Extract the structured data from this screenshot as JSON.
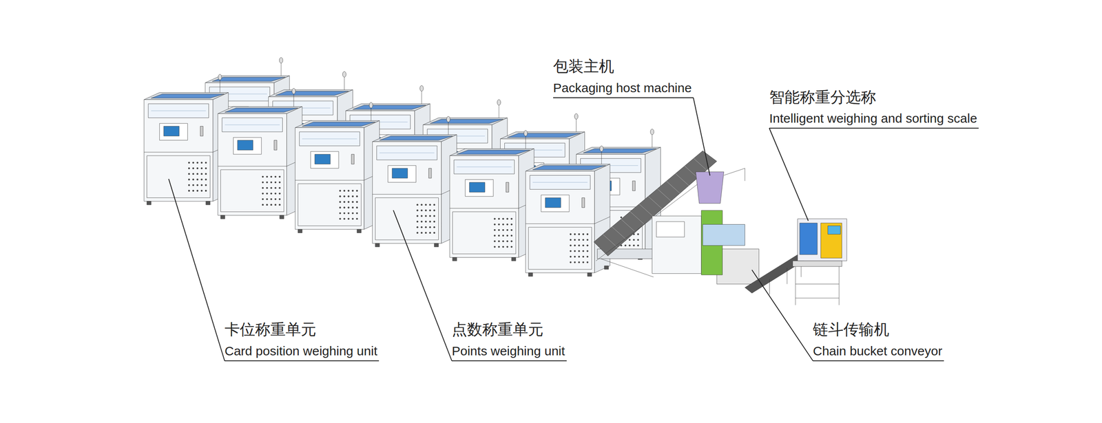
{
  "diagram": {
    "labels": [
      "包装主机",
      "Packaging host machine",
      "智能称重分选称",
      "Intelligent weighing and sorting scale",
      "卡位称重单元",
      "Card position weighing unit",
      "点数称重单元",
      "Points weighing unit",
      "链斗传输机",
      "Chain bucket conveyor"
    ]
  }
}
